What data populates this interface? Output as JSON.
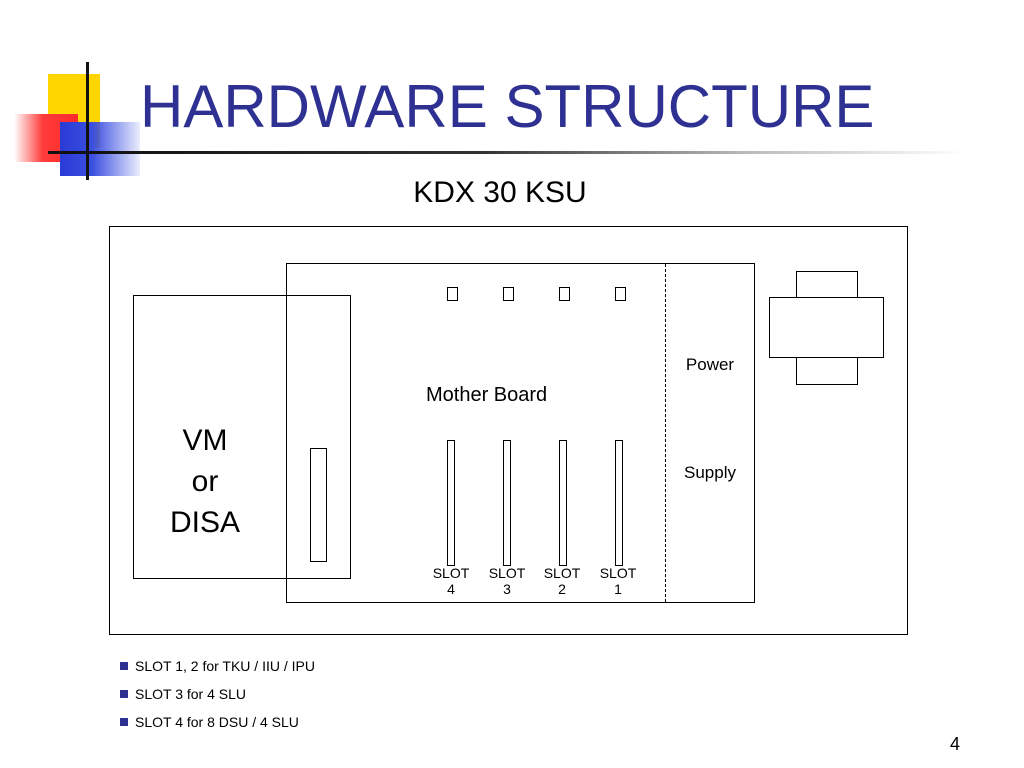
{
  "slide": {
    "title": "HARDWARE STRUCTURE",
    "subtitle": "KDX 30 KSU",
    "page_number": "4"
  },
  "diagram": {
    "vm_label_lines": [
      "VM",
      "or",
      "DISA"
    ],
    "mother_board_label": "Mother Board",
    "power_label": "Power",
    "supply_label": "Supply",
    "slots": [
      {
        "word": "SLOT",
        "num": "4"
      },
      {
        "word": "SLOT",
        "num": "3"
      },
      {
        "word": "SLOT",
        "num": "2"
      },
      {
        "word": "SLOT",
        "num": "1"
      }
    ]
  },
  "notes": [
    "SLOT 1, 2 for TKU / IIU / IPU",
    "SLOT 3 for 4 SLU",
    "SLOT 4 for 8 DSU / 4 SLU"
  ],
  "colors": {
    "title": "#2e3192",
    "bullet": "#2e3192"
  }
}
